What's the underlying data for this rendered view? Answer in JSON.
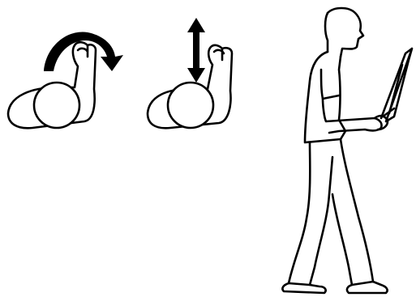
{
  "figure": {
    "panels": [
      {
        "id": "rotation",
        "icon": "rotate-arrow-icon"
      },
      {
        "id": "vertical",
        "icon": "up-down-arrow-icon"
      },
      {
        "id": "walking-figure",
        "icon": "person-walking-with-strap-icon"
      }
    ],
    "colors": {
      "stroke": "#000000",
      "background": "#ffffff"
    }
  }
}
